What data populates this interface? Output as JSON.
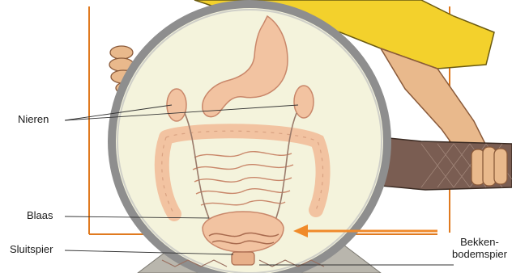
{
  "labels": {
    "nieren": "Nieren",
    "blaas": "Blaas",
    "sluitspier": "Sluitspier",
    "bekken_line1": "Bekken-",
    "bekken_line2": "bodemspier"
  },
  "colors": {
    "frame": "#e07a1f",
    "lens_fill": "#f4f3dc",
    "lens_rim": "#8e8e8e",
    "organ": "#f2c3a1",
    "organ_outline": "#c9876a",
    "skin": "#e9b98c",
    "shirt": "#f3d12c",
    "arrow": "#f08a2a"
  }
}
